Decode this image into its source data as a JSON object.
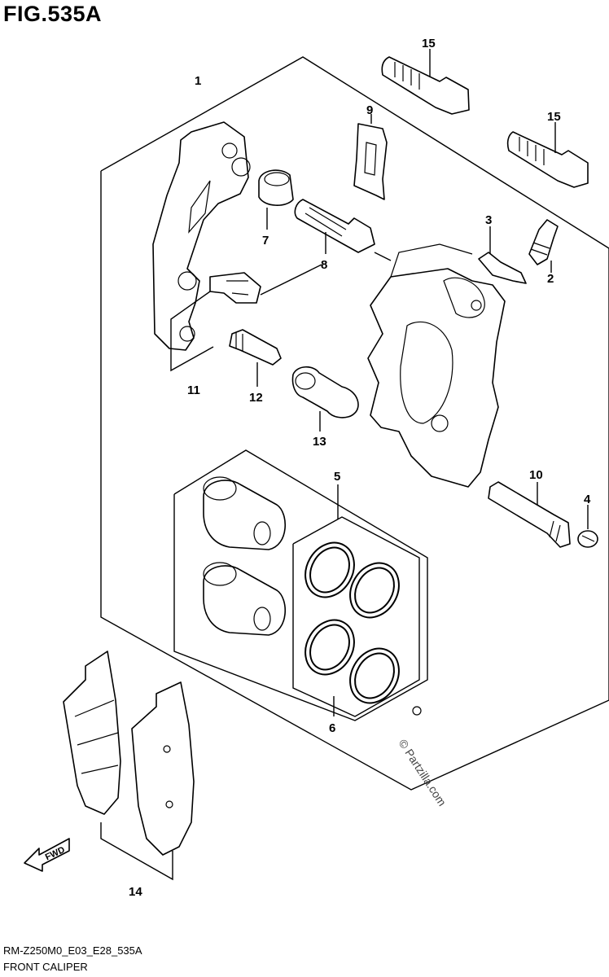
{
  "figure": {
    "title": "FIG.535A",
    "code": "RM-Z250M0_E03_E28_535A",
    "name": "FRONT CALIPER"
  },
  "watermark": "© Partzilla.com",
  "fwd_label": "FWD",
  "callouts": [
    "1",
    "2",
    "3",
    "4",
    "5",
    "6",
    "7",
    "8",
    "9",
    "10",
    "11",
    "12",
    "13",
    "14",
    "15",
    "15"
  ]
}
